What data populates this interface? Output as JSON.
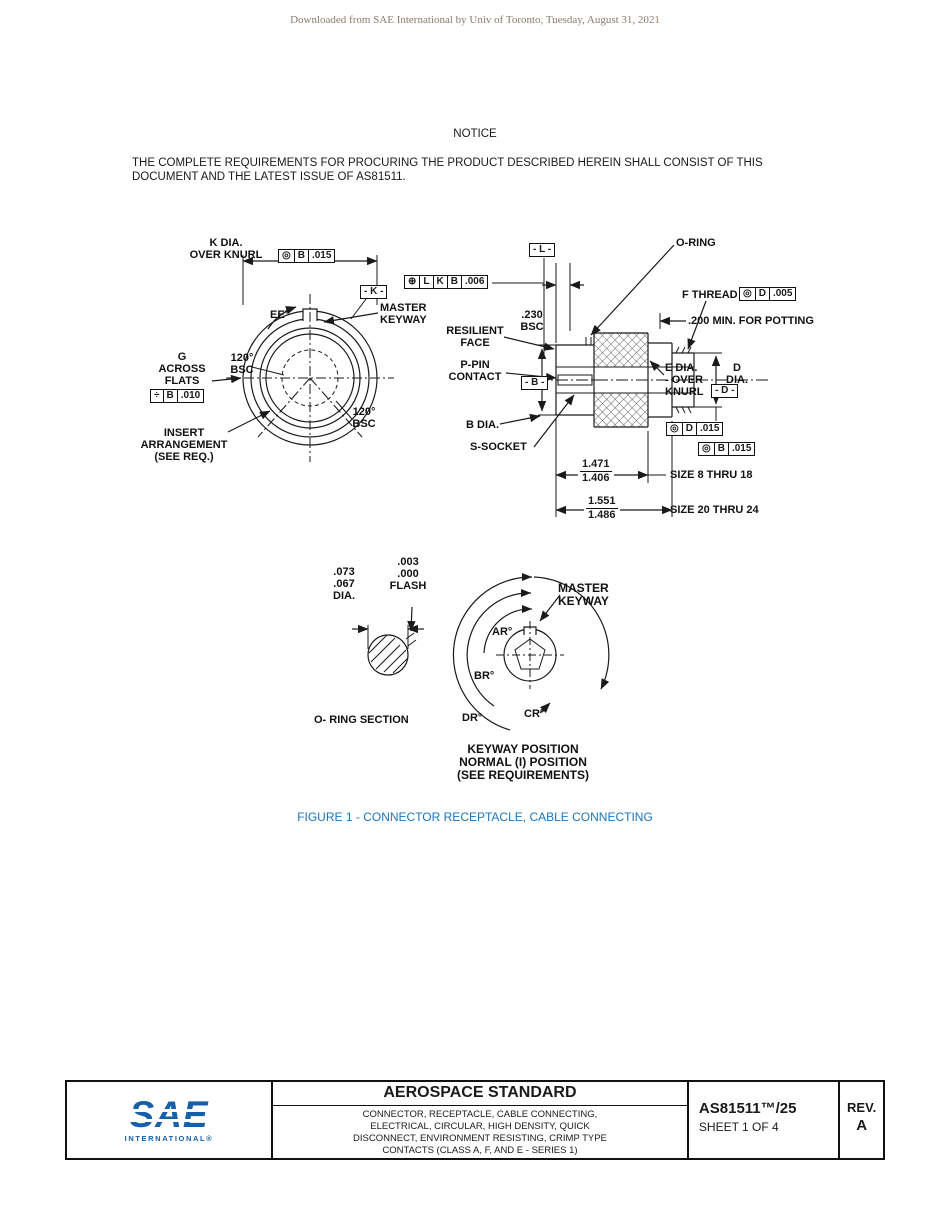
{
  "page": {
    "watermark": "Downloaded from SAE International by Univ of Toronto, Tuesday, August 31, 2021",
    "notice_title": "NOTICE",
    "notice_body": "THE COMPLETE REQUIREMENTS FOR PROCURING THE PRODUCT DESCRIBED HEREIN SHALL CONSIST OF THIS DOCUMENT AND THE LATEST ISSUE OF AS81511.",
    "figure_caption": "FIGURE 1 - CONNECTOR RECEPTACLE, CABLE CONNECTING"
  },
  "figure": {
    "labels": {
      "k_dia": "K DIA.\nOVER KNURL",
      "master_keyway": "MASTER\nKEYWAY",
      "ee": "EE°",
      "g_flats": "G\nACROSS\nFLATS",
      "bsc_left": "120°\nBSC",
      "bsc_right": "120°\nBSC",
      "insert": "INSERT\nARRANGEMENT\n(SEE REQ.)",
      "oring": "O-RING",
      "bsc_230": ".230\nBSC",
      "resilient": "RESILIENT\nFACE",
      "p_pin": "P-PIN\nCONTACT",
      "b_dia": "B DIA.",
      "s_socket": "S-SOCKET",
      "f_thread": "F THREAD",
      "potting": ".200 MIN. FOR POTTING",
      "e_dia": "E DIA.\n- OVER\nKNURL",
      "d_dia": "D\nDIA.",
      "size_8_18": "SIZE 8 THRU 18",
      "size_20_24": "SIZE 20 THRU 24",
      "oring_dia": ".073\n.067\nDIA.",
      "flash": ".003\n.000\nFLASH",
      "oring_section": "O- RING SECTION",
      "master_keyway_2": "MASTER\nKEYWAY",
      "ar": "AR°",
      "br": "BR°",
      "cr": "CR°",
      "dr": "DR°",
      "keyway_caption": "KEYWAY POSITION\nNORMAL (I) POSITION\n(SEE REQUIREMENTS)"
    },
    "datums": {
      "k": "- K -",
      "l": "- L -",
      "b": "- B -",
      "d": "- D -"
    },
    "frames": {
      "k": [
        "◎",
        "B",
        ".015"
      ],
      "g": [
        "÷",
        "B",
        ".010"
      ],
      "pos": [
        "⊕",
        "L",
        "K",
        "B",
        ".006"
      ],
      "f": [
        "◎",
        "D",
        ".005"
      ],
      "d": [
        "◎",
        "D",
        ".015"
      ],
      "b": [
        "◎",
        "B",
        ".015"
      ]
    },
    "dims": {
      "d1_top": "1.471",
      "d1_bot": "1.406",
      "d2_top": "1.551",
      "d2_bot": "1.486"
    }
  },
  "title_block": {
    "logo": "SAE",
    "logo_sub": "INTERNATIONAL®",
    "title": "AEROSPACE STANDARD",
    "description": "CONNECTOR, RECEPTACLE, CABLE CONNECTING,\nELECTRICAL, CIRCULAR, HIGH DENSITY, QUICK\nDISCONNECT, ENVIRONMENT RESISTING, CRIMP TYPE\nCONTACTS (CLASS A, F, AND E - SERIES 1)",
    "doc_number": "AS81511™/25",
    "sheet": "SHEET 1 OF 4",
    "rev_label": "REV.",
    "rev_value": "A"
  },
  "colors": {
    "figure_caption_blue": "#1b75bc",
    "sae_blue": "#1560a8",
    "watermark": "#8c7b6b"
  }
}
